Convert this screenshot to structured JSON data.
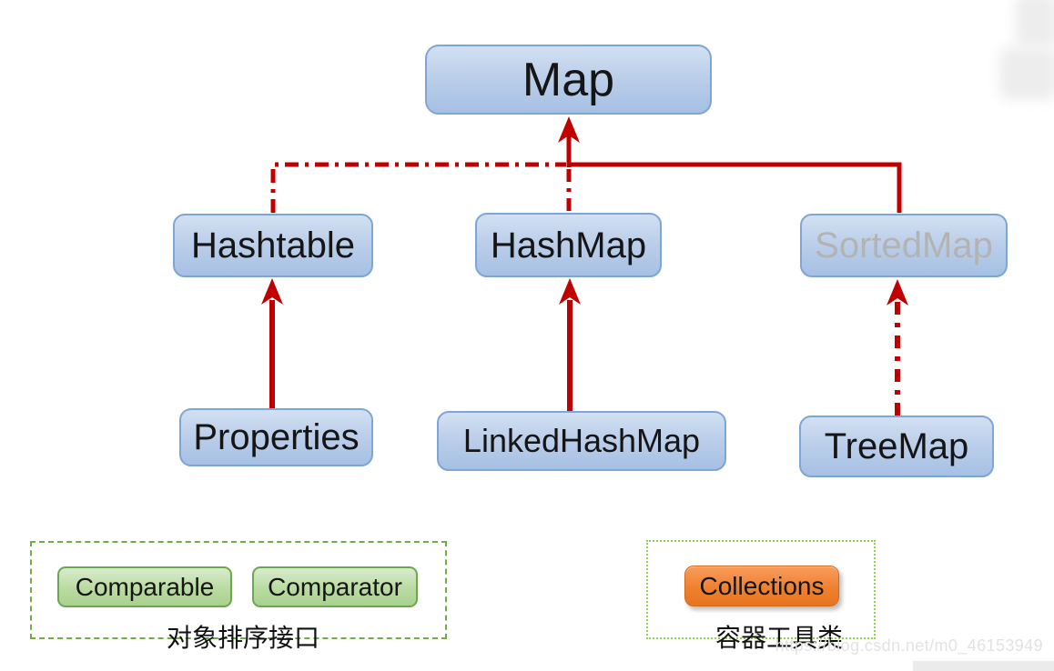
{
  "diagram": {
    "nodes": {
      "map": {
        "label": "Map"
      },
      "hashtable": {
        "label": "Hashtable"
      },
      "hashmap": {
        "label": "HashMap"
      },
      "sortedmap": {
        "label": "SortedMap",
        "dimmed": true
      },
      "properties": {
        "label": "Properties"
      },
      "linkedhashmap": {
        "label": "LinkedHashMap"
      },
      "treemap": {
        "label": "TreeMap"
      }
    },
    "edges": [
      {
        "from": "hashtable",
        "to": "map",
        "style": "dash-dot"
      },
      {
        "from": "hashmap",
        "to": "map",
        "style": "dash-dot"
      },
      {
        "from": "sortedmap",
        "to": "map",
        "style": "solid"
      },
      {
        "from": "properties",
        "to": "hashtable",
        "style": "solid"
      },
      {
        "from": "linkedhashmap",
        "to": "hashmap",
        "style": "solid"
      },
      {
        "from": "treemap",
        "to": "sortedmap",
        "style": "dash-dot"
      }
    ]
  },
  "legend_left": {
    "items": [
      {
        "label": "Comparable"
      },
      {
        "label": "Comparator"
      }
    ],
    "caption": "对象排序接口"
  },
  "legend_right": {
    "items": [
      {
        "label": "Collections"
      }
    ],
    "caption": "容器工具类"
  },
  "watermark": "https://blog.csdn.net/m0_46153949",
  "colors": {
    "node_fill_top": "#d2e0f2",
    "node_fill_bottom": "#a6c0e4",
    "node_border": "#7ea6d5",
    "dimmed_text": "#b3b3b3",
    "connector_red": "#c00000",
    "green_button_fill": "#a9d18e",
    "green_button_border": "#6aa84f",
    "dashed_box_green": "#70ad47",
    "dotted_box_green": "#92d050",
    "orange_button_fill": "#ed7d31",
    "watermark_gray": "#e2e2e2"
  }
}
